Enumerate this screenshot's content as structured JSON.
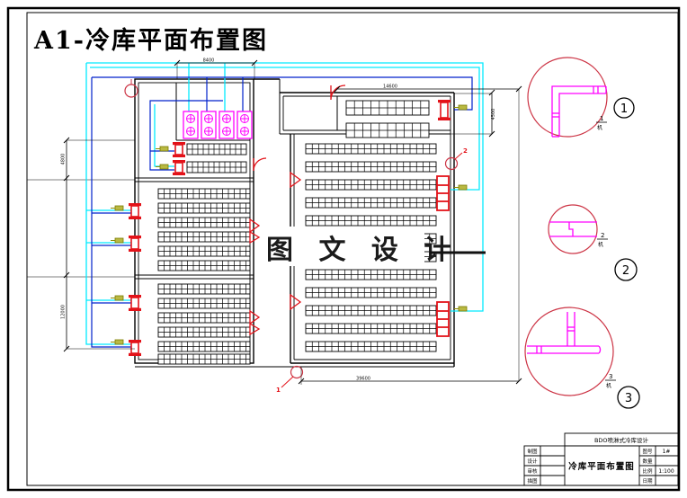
{
  "page": {
    "frame_title": "A1-冷库平面布置图"
  },
  "watermark": {
    "text": "图 文 设 计"
  },
  "dimensions": {
    "machine_room_width": "8400",
    "cold_room_width": "14600",
    "anteroom_height": "4500",
    "building_length": "39600",
    "left_upper": "4800",
    "left_lower": "12000"
  },
  "plan_callouts": {
    "floor_detail_number": "1",
    "wall_detail_number": "2"
  },
  "details": [
    {
      "number": "1",
      "callout_number": "1",
      "callout_ref": "机"
    },
    {
      "number": "2",
      "callout_number": "2",
      "callout_ref": "机"
    },
    {
      "number": "3",
      "callout_number": "3",
      "callout_ref": "机"
    }
  ],
  "title_block": {
    "project_name": "BDO喷淋式冷库设计",
    "drawing_name": "冷库平面布置图",
    "left_rows": [
      {
        "label": "制图",
        "value": ""
      },
      {
        "label": "设计",
        "value": ""
      },
      {
        "label": "审核",
        "value": ""
      },
      {
        "label": "描图",
        "value": ""
      }
    ],
    "right_rows": [
      {
        "label": "图号",
        "value": "1#"
      },
      {
        "label": "数量",
        "value": ""
      },
      {
        "label": "比例",
        "value": "1:100"
      },
      {
        "label": "日期",
        "value": ""
      }
    ]
  },
  "colors": {
    "pipe_cyan": "#00eaff",
    "pipe_blue": "#0022cc",
    "equipment_magenta": "#ff00ff",
    "symbol_red": "#e31219",
    "detail_circle_red": "#cc3344",
    "valve_olive": "#8b8b00"
  }
}
